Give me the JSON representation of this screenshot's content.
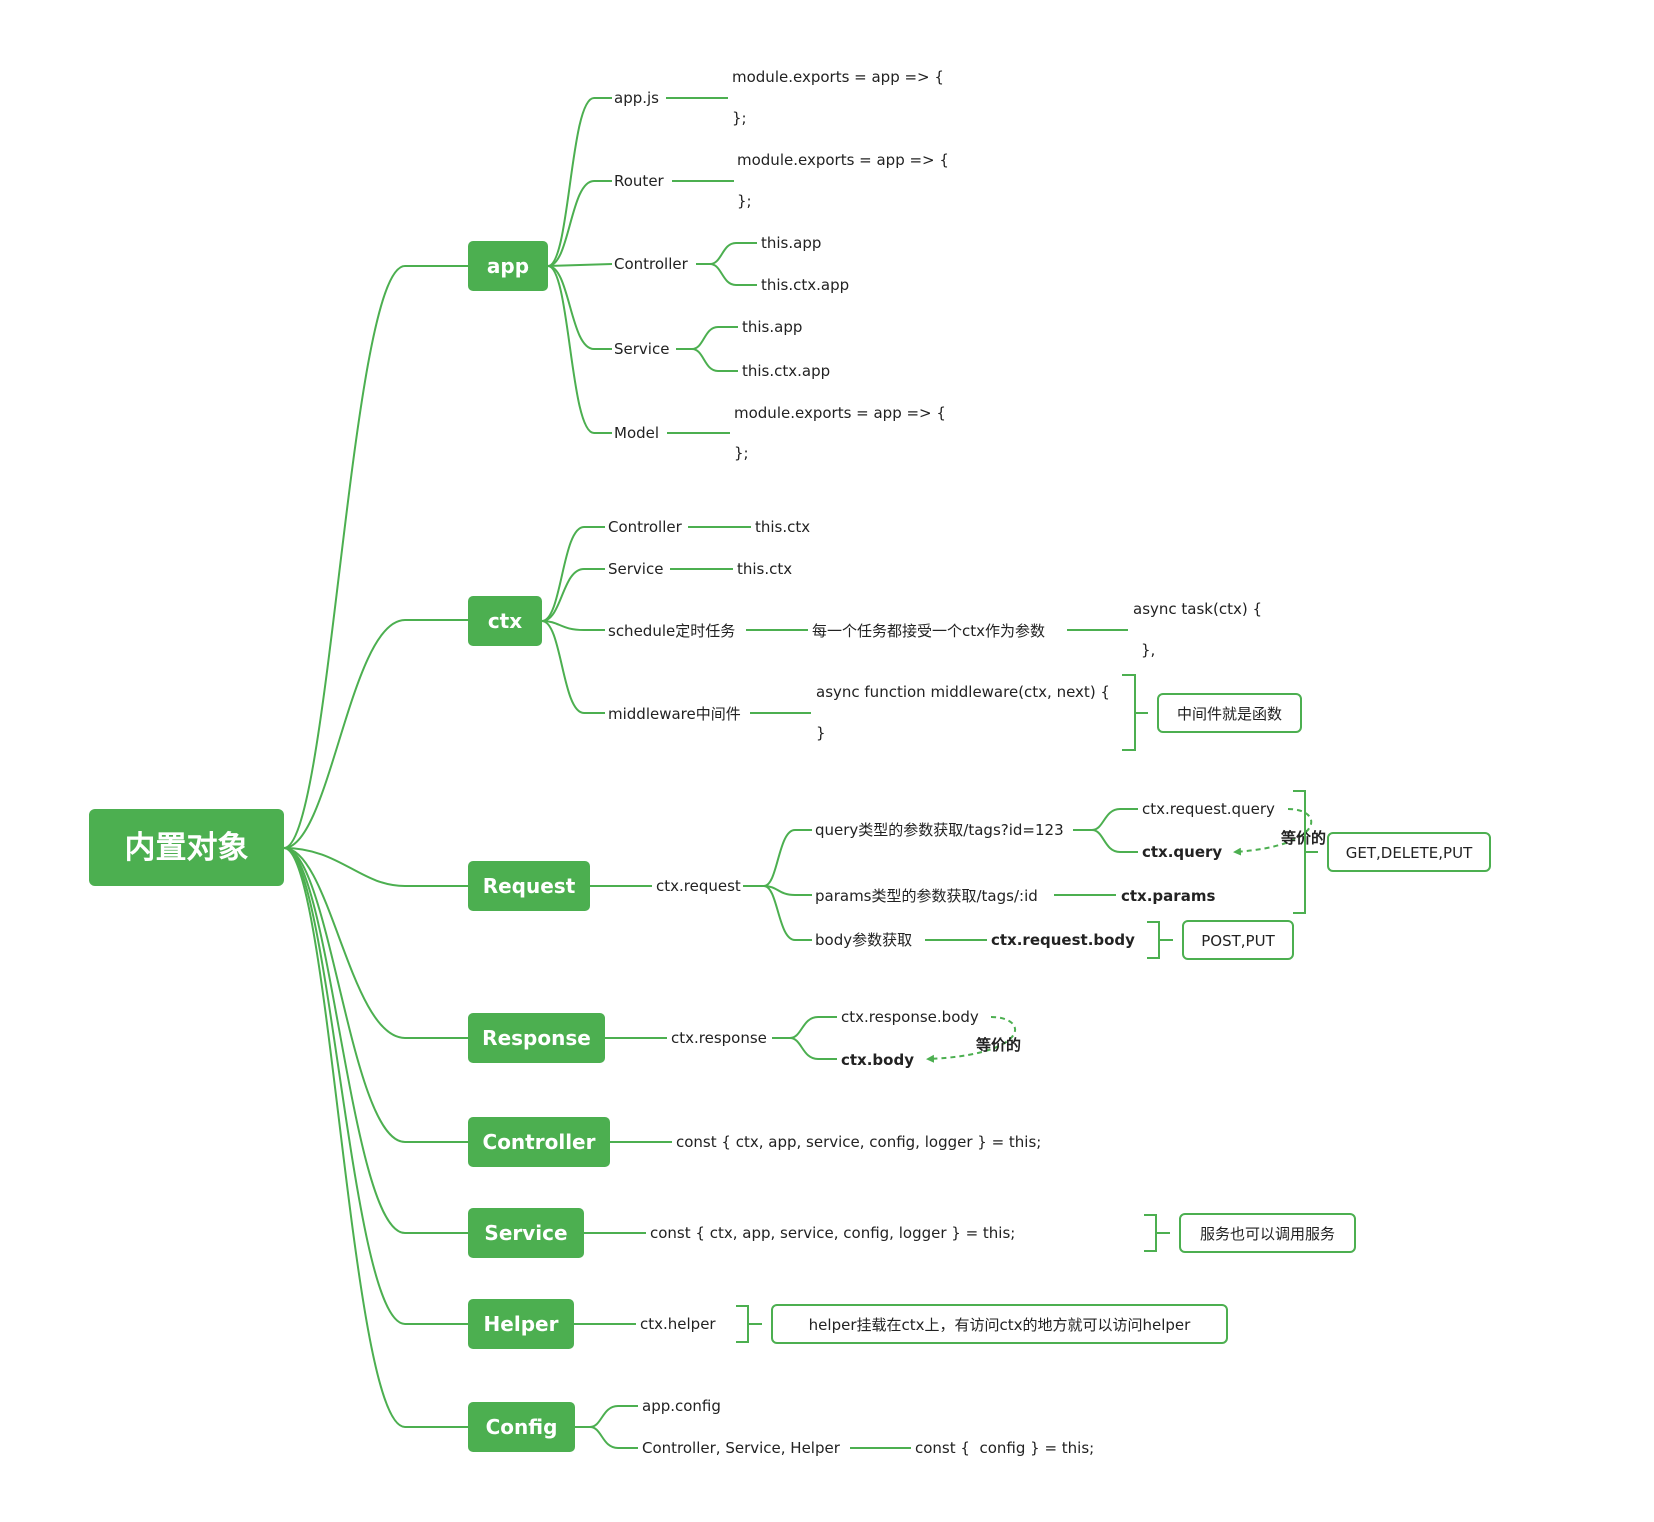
{
  "root": "内置对象",
  "app": {
    "title": "app",
    "appjs": "app.js",
    "appjs_code1": "module.exports = app => {",
    "appjs_code2": "};",
    "router": "Router",
    "router_code1": "module.exports = app => {",
    "router_code2": "};",
    "controller": "Controller",
    "controller_a": "this.app",
    "controller_b": "this.ctx.app",
    "service": "Service",
    "service_a": "this.app",
    "service_b": "this.ctx.app",
    "model": "Model",
    "model_code1": "module.exports = app => {",
    "model_code2": "};"
  },
  "ctx": {
    "title": "ctx",
    "controller": "Controller",
    "controller_val": "this.ctx",
    "service": "Service",
    "service_val": "this.ctx",
    "schedule": "schedule定时任务",
    "schedule_desc": "每一个任务都接受一个ctx作为参数",
    "schedule_code1": "async task(ctx) {",
    "schedule_code2": "},",
    "middleware": "middleware中间件",
    "middleware_code1": "async function middleware(ctx, next) {",
    "middleware_code2": "}",
    "middleware_note": "中间件就是函数"
  },
  "request": {
    "title": "Request",
    "ctx_request": "ctx.request",
    "query": "query类型的参数获取/tags?id=123",
    "query_a": "ctx.request.query",
    "query_b": "ctx.query",
    "equiv": "等价的",
    "params": "params类型的参数获取/tags/:id",
    "params_val": "ctx.params",
    "methods_note": "GET,DELETE,PUT",
    "body": "body参数获取",
    "body_val": "ctx.request.body",
    "body_note": "POST,PUT"
  },
  "response": {
    "title": "Response",
    "ctx_response": "ctx.response",
    "body_a": "ctx.response.body",
    "body_b": "ctx.body",
    "equiv": "等价的"
  },
  "controller": {
    "title": "Controller",
    "code": "const { ctx, app, service, config, logger } = this;"
  },
  "service": {
    "title": "Service",
    "code": "const { ctx, app, service, config, logger } = this;",
    "note": "服务也可以调用服务"
  },
  "helper": {
    "title": "Helper",
    "ctx_helper": "ctx.helper",
    "note": "helper挂载在ctx上，有访问ctx的地方就可以访问helper"
  },
  "config": {
    "title": "Config",
    "app_config": "app.config",
    "csh": "Controller, Service, Helper",
    "code": "const {  config } = this;"
  }
}
